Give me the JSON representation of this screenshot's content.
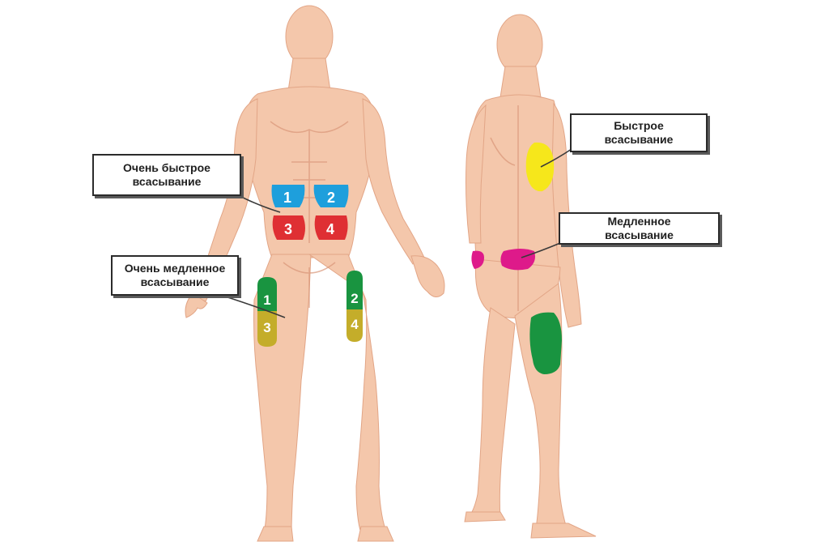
{
  "callouts": {
    "front_very_fast": {
      "line1": "Очень быстрое",
      "line2": "всасывание"
    },
    "front_very_slow": {
      "line1": "Очень медленное",
      "line2": "всасывание"
    },
    "back_fast": {
      "line1": "Быстрое",
      "line2": "всасывание"
    },
    "back_slow": {
      "line1": "Медленное",
      "line2": "всасывание"
    }
  },
  "zones": {
    "abdomen": [
      "1",
      "2",
      "3",
      "4"
    ],
    "thigh_right": [
      "1",
      "3"
    ],
    "thigh_left": [
      "2",
      "4"
    ]
  },
  "colors": {
    "skin": "#f4c7ab",
    "skin_shade": "#e6a989",
    "blue": "#1e9fdc",
    "red": "#df2f33",
    "green": "#199440",
    "olive": "#c4ad2a",
    "yellow": "#f6e71b",
    "magenta": "#de1a8a"
  }
}
